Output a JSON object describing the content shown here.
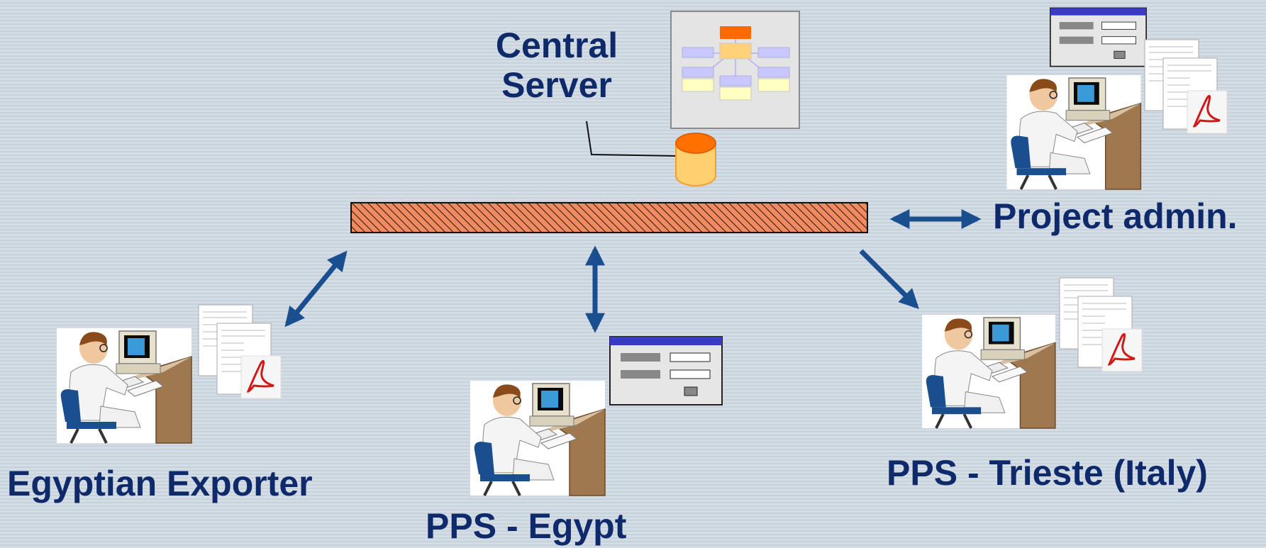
{
  "labels": {
    "central_server": [
      "Central",
      "Server"
    ],
    "project_admin": "Project admin.",
    "egyptian_exporter": "Egyptian Exporter",
    "pps_egypt": "PPS - Egypt",
    "pps_trieste": "PPS - Trieste (Italy)"
  },
  "icons": {
    "network": "network-bus-icon",
    "database": "database-icon",
    "org_chart": "org-chart-icon",
    "form": "form-window-icon",
    "user": "user-at-computer-icon",
    "documents": "pdf-documents-icon",
    "arrows": "arrow-icon"
  },
  "colors": {
    "text": "#0f2a6b",
    "arrow": "#1a4f8f",
    "network_bar": "#f08a60",
    "database": "#ff8c1a",
    "form_titlebar": "#3a3ac8"
  }
}
